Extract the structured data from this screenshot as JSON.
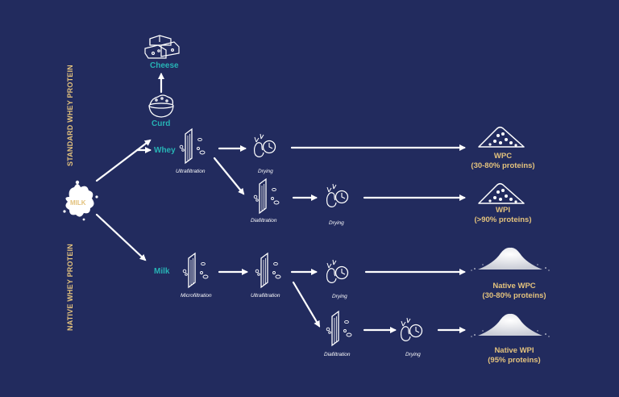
{
  "side_labels": {
    "standard": "STANDARD WHEY PROTEIN",
    "native": "NATIVE WHEY PROTEIN"
  },
  "nodes": {
    "milk_splash": "MILK",
    "cheese": "Cheese",
    "curd": "Curd",
    "whey": "Whey",
    "milk": "Milk"
  },
  "steps": {
    "ultrafiltration_1": "Ultrafiltration",
    "drying_1": "Drying",
    "diafiltration_1": "Diafiltration",
    "drying_2": "Drying",
    "microfiltration": "Microfiltration",
    "ultrafiltration_2": "Ultrafiltration",
    "drying_3": "Drying",
    "diafiltration_2": "Diafiltration",
    "drying_4": "Drying"
  },
  "products": {
    "wpc": {
      "name": "WPC",
      "spec": "(30-80% proteins)"
    },
    "wpi": {
      "name": "WPI",
      "spec": "(>90% proteins)"
    },
    "native_wpc": {
      "name": "Native WPC",
      "spec": "(30-80% proteins)"
    },
    "native_wpi": {
      "name": "Native WPI",
      "spec": "(95% proteins)"
    }
  },
  "colors": {
    "background": "#222b5e",
    "teal": "#27b3b5",
    "gold": "#e3c27d",
    "line": "#ffffff"
  },
  "icons": [
    "milk-splash-icon",
    "cheese-icon",
    "curd-bowl-icon",
    "filter-membrane-icon",
    "drying-icon",
    "powder-pile-icon"
  ]
}
